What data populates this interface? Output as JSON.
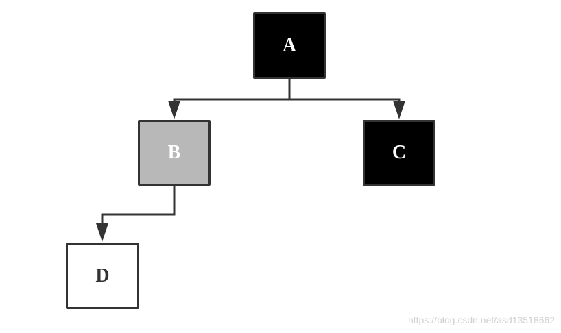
{
  "diagram": {
    "nodes": [
      {
        "id": "A",
        "label": "A",
        "fill": "#000000",
        "text_color": "#ffffff"
      },
      {
        "id": "B",
        "label": "B",
        "fill": "#b8b8b8",
        "text_color": "#ffffff"
      },
      {
        "id": "C",
        "label": "C",
        "fill": "#000000",
        "text_color": "#ffffff"
      },
      {
        "id": "D",
        "label": "D",
        "fill": "#ffffff",
        "text_color": "#333333"
      }
    ],
    "edges": [
      {
        "from": "A",
        "to": "B"
      },
      {
        "from": "A",
        "to": "C"
      },
      {
        "from": "B",
        "to": "D"
      }
    ],
    "edge_color": "#333333"
  },
  "watermark": "https://blog.csdn.net/asd13518662"
}
